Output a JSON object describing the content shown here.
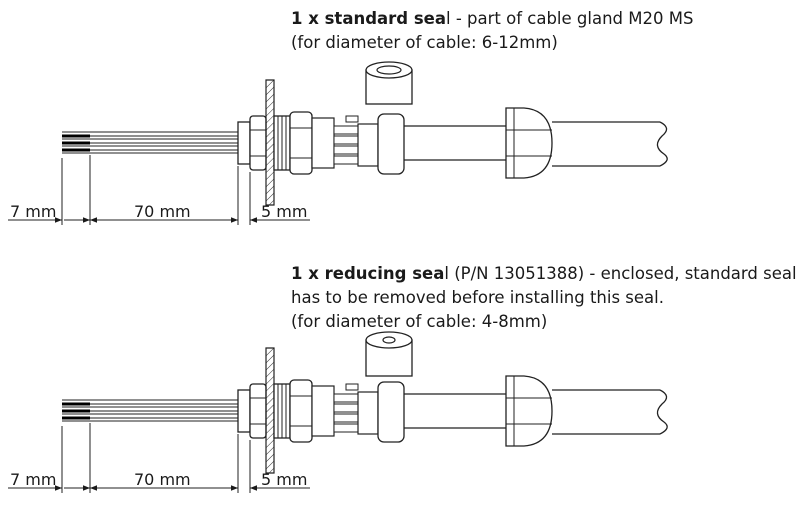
{
  "top": {
    "title_bold": "1 x standard sea",
    "title_rest": "l - part of cable gland M20 MS",
    "line2": "(for diameter of cable: 6-12mm)",
    "dim_7": "7 mm",
    "dim_70": "70 mm",
    "dim_5": "5 mm"
  },
  "bottom": {
    "title_bold": "1 x reducing sea",
    "title_rest": "l (P/N 13051388) - enclosed, standard seal",
    "line2": "has to be removed before installing this seal.",
    "line3": "(for diameter of cable: 4-8mm)",
    "dim_7": "7 mm",
    "dim_70": "70 mm",
    "dim_5": "5 mm"
  }
}
